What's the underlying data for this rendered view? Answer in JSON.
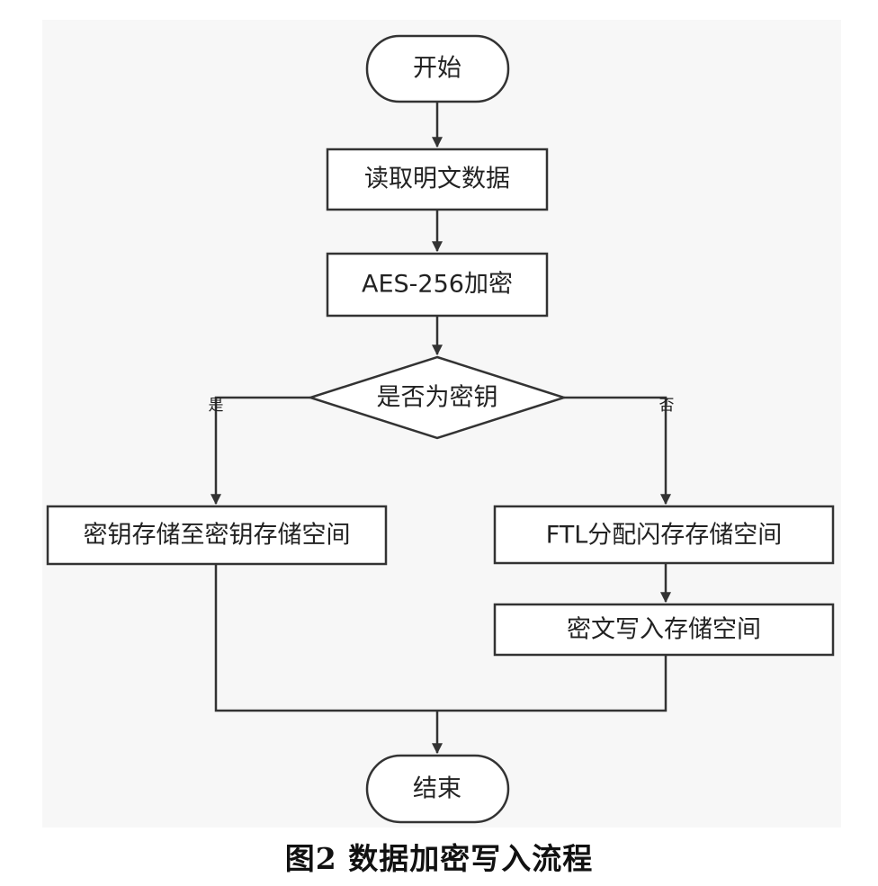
{
  "figure": {
    "caption": "图2  数据加密写入流程"
  },
  "flowchart": {
    "nodes": {
      "start": "开始",
      "read_plaintext": "读取明文数据",
      "aes_encrypt": "AES-256加密",
      "is_key_decision": "是否为密钥",
      "store_key": "密钥存储至密钥存储空间",
      "ftl_allocate": "FTL分配闪存存储空间",
      "write_ciphertext": "密文写入存储空间",
      "end": "结束"
    },
    "edges": {
      "yes_label": "是",
      "no_label": "否"
    }
  }
}
